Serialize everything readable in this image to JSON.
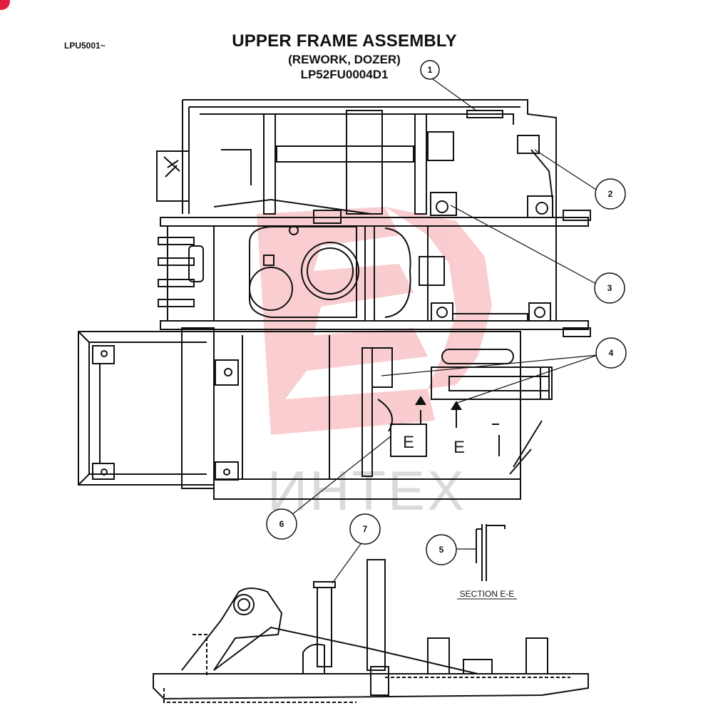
{
  "header": {
    "code": "LPU5001~",
    "title": "UPPER FRAME ASSEMBLY",
    "subtitle": "(REWORK, DOZER)",
    "part_number": "LP52FU0004D1"
  },
  "callouts": [
    {
      "id": "callout-1",
      "label": "1"
    },
    {
      "id": "callout-2",
      "label": "2"
    },
    {
      "id": "callout-3",
      "label": "3"
    },
    {
      "id": "callout-4",
      "label": "4"
    },
    {
      "id": "callout-5",
      "label": "5"
    },
    {
      "id": "callout-6",
      "label": "6"
    },
    {
      "id": "callout-7",
      "label": "7"
    }
  ],
  "section_markers": {
    "left": "E",
    "right": "E"
  },
  "section_label": "SECTION E-E",
  "watermark": {
    "text": "ИНТЕХ",
    "color": "#e8202a"
  },
  "colors": {
    "line": "#111111",
    "background": "#ffffff",
    "corner_mark": "#e02040"
  }
}
